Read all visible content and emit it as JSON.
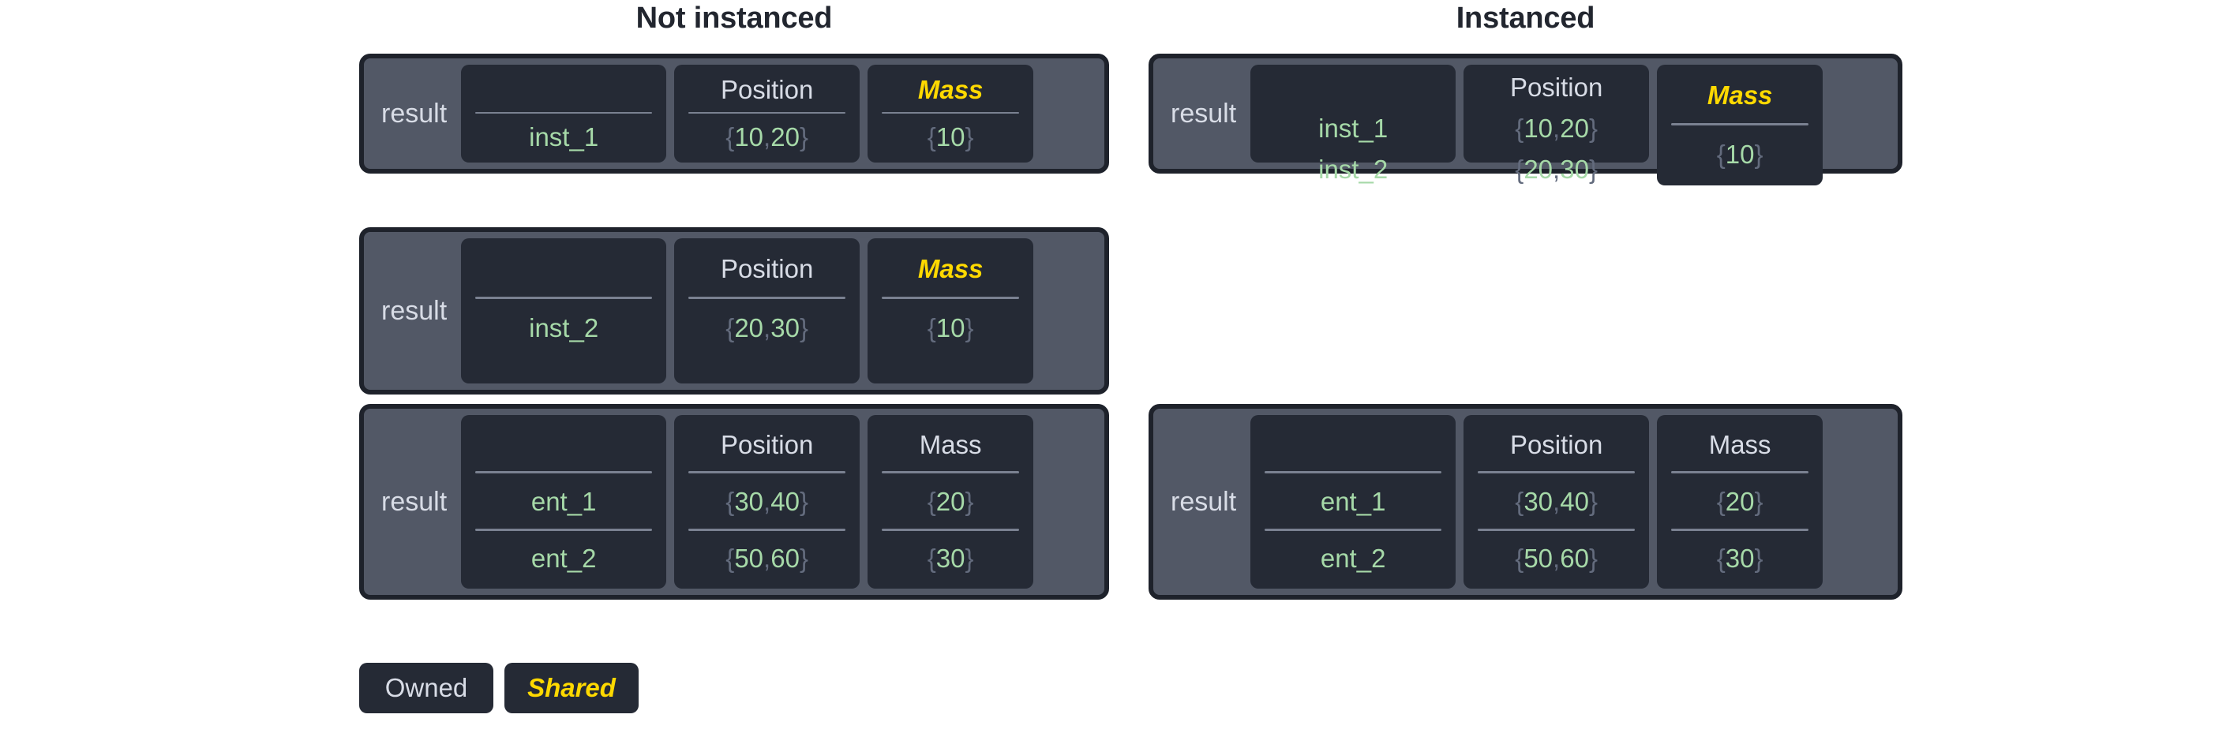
{
  "titles": {
    "left": "Not instanced",
    "right": "Instanced"
  },
  "labels": {
    "result": "result",
    "position_header": "Position",
    "mass_header": "Mass",
    "id_header": ""
  },
  "colors": {
    "panel_bg": "#525866",
    "panel_border": "#1e222b",
    "cell_bg": "#252a35",
    "value_green": "#a6d9a8",
    "brace_gray": "#636b7d",
    "shared_yellow": "#ffd900",
    "header_white": "#d8dce6",
    "title_dark": "#22262f"
  },
  "not_instanced": {
    "panels": [
      {
        "result": "result",
        "columns": [
          {
            "header": "",
            "shared": false,
            "values": [
              "inst_1"
            ]
          },
          {
            "header": "Position",
            "shared": false,
            "values": [
              "{10, 20}"
            ]
          },
          {
            "header": "Mass",
            "shared": true,
            "values": [
              "{10}"
            ]
          }
        ]
      },
      {
        "result": "result",
        "columns": [
          {
            "header": "",
            "shared": false,
            "values": [
              "inst_2"
            ]
          },
          {
            "header": "Position",
            "shared": false,
            "values": [
              "{20, 30}"
            ]
          },
          {
            "header": "Mass",
            "shared": true,
            "values": [
              "{10}"
            ]
          }
        ]
      },
      {
        "result": "result",
        "columns": [
          {
            "header": "",
            "shared": false,
            "values": [
              "ent_1",
              "ent_2"
            ]
          },
          {
            "header": "Position",
            "shared": false,
            "values": [
              "{30, 40}",
              "{50, 60}"
            ]
          },
          {
            "header": "Mass",
            "shared": false,
            "values": [
              "{20}",
              "{30}"
            ]
          }
        ]
      }
    ]
  },
  "instanced": {
    "panels": [
      {
        "result": "result",
        "columns": [
          {
            "header": "",
            "shared": false,
            "values": [
              "inst_1",
              "inst_2"
            ]
          },
          {
            "header": "Position",
            "shared": false,
            "values": [
              "{10, 20}",
              "{20, 30}"
            ]
          },
          {
            "header": "Mass",
            "shared": true,
            "values": [
              "{10}"
            ]
          }
        ]
      },
      {
        "result": "result",
        "columns": [
          {
            "header": "",
            "shared": false,
            "values": [
              "ent_1",
              "ent_2"
            ]
          },
          {
            "header": "Position",
            "shared": false,
            "values": [
              "{30, 40}",
              "{50, 60}"
            ]
          },
          {
            "header": "Mass",
            "shared": false,
            "values": [
              "{20}",
              "{30}"
            ]
          }
        ]
      }
    ]
  },
  "legend": {
    "owned": "Owned",
    "shared": "Shared"
  }
}
